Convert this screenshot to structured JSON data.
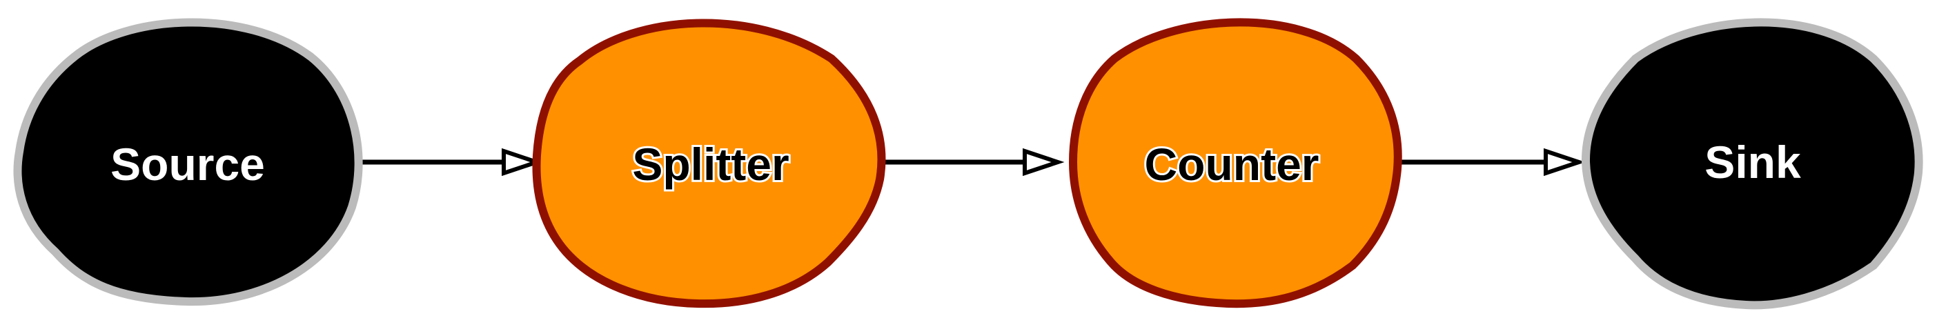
{
  "nodes": [
    {
      "id": "source",
      "label": "Source",
      "fill": "#000000",
      "stroke": "#bbbbbb",
      "text_color": "#ffffff",
      "text_outline": "#000000"
    },
    {
      "id": "splitter",
      "label": "Splitter",
      "fill": "#ff9000",
      "stroke": "#901000",
      "text_color": "#000000",
      "text_outline": "#ffffff"
    },
    {
      "id": "counter",
      "label": "Counter",
      "fill": "#ff9000",
      "stroke": "#901000",
      "text_color": "#000000",
      "text_outline": "#ffffff"
    },
    {
      "id": "sink",
      "label": "Sink",
      "fill": "#000000",
      "stroke": "#bbbbbb",
      "text_color": "#ffffff",
      "text_outline": "#000000"
    }
  ],
  "edges": [
    {
      "from": "source",
      "to": "splitter"
    },
    {
      "from": "splitter",
      "to": "counter"
    },
    {
      "from": "counter",
      "to": "sink"
    }
  ],
  "colors": {
    "edge": "#000000",
    "arrowhead_fill": "#ffffff",
    "background": "#ffffff"
  }
}
